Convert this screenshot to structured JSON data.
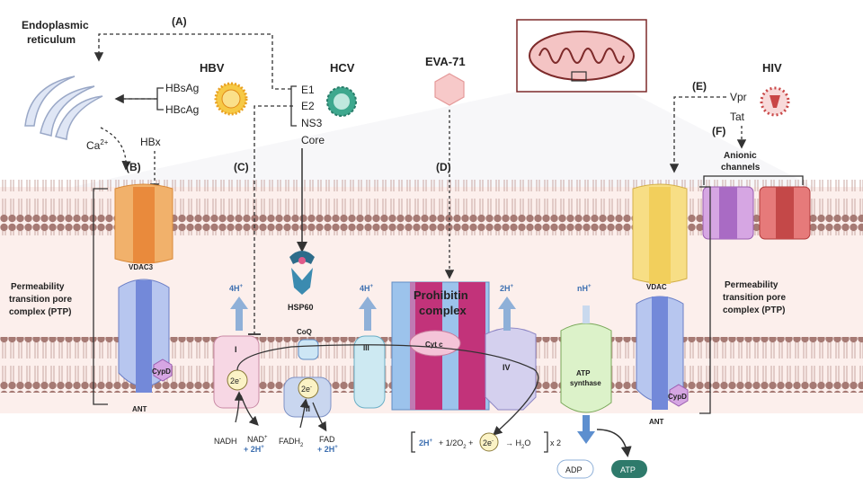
{
  "organelles": {
    "er_label": "Endoplasmic reticulum",
    "er_label_lines": [
      "Endoplasmic",
      "reticulum"
    ],
    "calcium": "Ca",
    "calcium_sup": "2+"
  },
  "pathways": {
    "a": "(A)",
    "b": "(B)",
    "c": "(C)",
    "d": "(D)",
    "e": "(E)",
    "f": "(F)"
  },
  "viruses": {
    "hbv": {
      "name": "HBV",
      "proteins": [
        "HBsAg",
        "HBcAg"
      ],
      "hbx": "HBx"
    },
    "hcv": {
      "name": "HCV",
      "proteins": [
        "E1",
        "E2",
        "NS3",
        "Core"
      ]
    },
    "eva": {
      "name": "EVA-71"
    },
    "hiv": {
      "name": "HIV",
      "proteins": [
        "Vpr",
        "Tat"
      ]
    }
  },
  "channels": {
    "vdac3": "VDAC3",
    "vdac": "VDAC",
    "ant_left": "ANT",
    "ant_right": "ANT",
    "cypd_left": "CypD",
    "cypd_right": "CypD",
    "anionic": [
      "Anionic",
      "channels"
    ],
    "ptp_left": [
      "Permeability",
      "transition pore",
      "complex (PTP)"
    ],
    "ptp_right": [
      "Permeability",
      "transition pore",
      "complex (PTP)"
    ]
  },
  "etc": {
    "complex_i": "I",
    "complex_ii": "II",
    "complex_iii": "III",
    "complex_iv": "IV",
    "coq": "CoQ",
    "cytc": "Cyt c",
    "hsp60": "HSP60",
    "prohibitin": [
      "Prohibitin",
      "complex"
    ],
    "atp_synthase": [
      "ATP",
      "synthase"
    ],
    "electron": "2e",
    "electron_sup": "-",
    "proton_4h_1": "4H",
    "proton_4h_2": "4H",
    "proton_2h": "2H",
    "proton_nh": "nH",
    "proton_sup": "+",
    "nadh": "NADH",
    "nad": "NAD",
    "fadh2": "FADH",
    "fadh2_sub": "2",
    "fad": "FAD",
    "plus_2h": "+ 2H",
    "water_eq": [
      "2H",
      "+ 1/2O",
      "+",
      "→  H",
      "O",
      "x 2"
    ],
    "adp": "ADP",
    "atp": "ATP"
  },
  "colors": {
    "membrane_head": "#a67a74",
    "ims": "#fcefec",
    "accent_blue": "#3d6fb0",
    "prohibitin_magenta": "#c2337a",
    "atp_green": "#2e7a6b"
  }
}
